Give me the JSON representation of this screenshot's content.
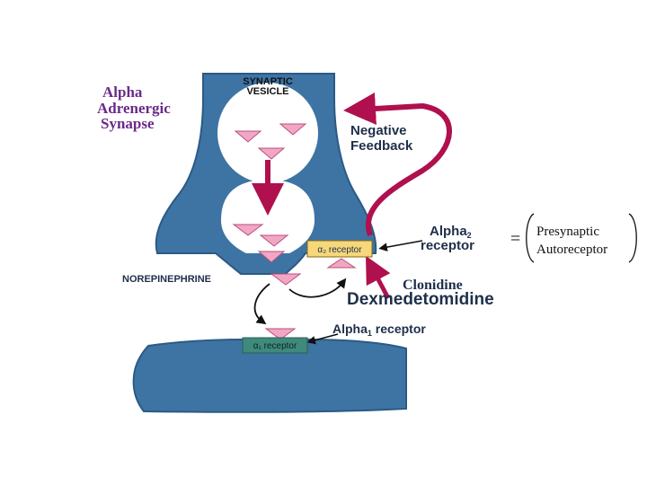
{
  "title": {
    "line1": "Alpha",
    "line2": "Adrenergic",
    "line3": "Synapse"
  },
  "labels": {
    "synaptic_vesicle_line1": "SYNAPTIC",
    "synaptic_vesicle_line2": "VESICLE",
    "negative_feedback_line1": "Negative",
    "negative_feedback_line2": "Feedback",
    "alpha2_receptor_line1": "Alpha",
    "alpha2_receptor_sub": "2",
    "alpha2_receptor_line2": "receptor",
    "alpha2_box": "α₂ receptor",
    "norepinephrine": "NOREPINEPHRINE",
    "clonidine": "Clonidine",
    "dexmedetomidine": "Dexmedetomidine",
    "alpha1_receptor": "Alpha",
    "alpha1_receptor_sub": "1",
    "alpha1_receptor_rest": " receptor",
    "alpha1_box": "α₁ receptor"
  },
  "bracket_note": {
    "equals": "=",
    "line1": "Presynaptic",
    "line2": "Autoreceptor"
  },
  "colors": {
    "neuron": "#3d74a4",
    "neuron_dark": "#2b5a85",
    "vesicle_fill": "#ffffff",
    "molecule": "#f2a6c6",
    "molecule_stroke": "#b8507a",
    "feedback_arrow": "#b0104e",
    "title": "#6a2a8a",
    "alpha2_box": "#f6d77a",
    "alpha1_box": "#3f8a7c",
    "text_dark": "#1e2f4a"
  }
}
